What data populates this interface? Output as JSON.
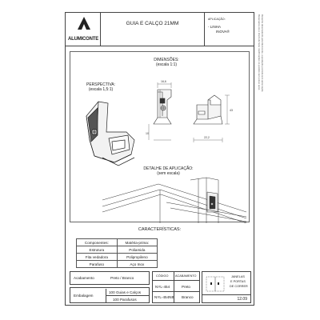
{
  "header": {
    "brand": "ALUMICONTE",
    "title": "GUIA E CALÇO 21MM",
    "application_label": "APLICAÇÃO:",
    "application_lines": [
      "- LINHA",
      "INOVA®"
    ]
  },
  "drawing": {
    "dimensions_title": "DIMENSÕES:",
    "dimensions_scale": "(escala 1:1)",
    "perspective_title": "PERSPECTIVA:",
    "perspective_scale": "(escala 1,5:1)",
    "detail_title": "DETALHE DE APLICAÇÃO:",
    "detail_scale": "(sem escala)",
    "dim_top": "16,6",
    "dim_height": "43",
    "dim_left": "10",
    "dim_bottom": "22,2"
  },
  "characteristics": {
    "title": "CARACTERÍSTICAS:",
    "headers": [
      "Componentes:",
      "Matéria-prima:"
    ],
    "rows": [
      [
        "Estrutura",
        "Poliamida"
      ],
      [
        "Fita vedadora",
        "Polipropileno"
      ],
      [
        "Parafuso",
        "Aço Inox"
      ]
    ]
  },
  "finish": {
    "label": "Acabamento",
    "value": "Preto / Branco"
  },
  "packaging": {
    "label": "Embalagem",
    "lines": [
      "100 Guias e Calços",
      "100 Parafusos"
    ]
  },
  "codes": {
    "headers": [
      "CÓDIGO",
      "ACABAMENTO"
    ],
    "rows": [
      [
        "NYL-454",
        "Preto"
      ],
      [
        "NYL-454NB",
        "Branco"
      ]
    ]
  },
  "usage": {
    "label_lines": [
      "JANELAS",
      "E PORTAS",
      "DE CORRER"
    ]
  },
  "revision": "12.09",
  "side_notes": [
    "Reservamo-nos o direito de fazer modificações no produto sem prévio aviso",
    "Desenho desenvolvido pela Alumiconte, reprodução proibida sem autorização"
  ],
  "colors": {
    "line": "#444444",
    "ink": "#222222"
  }
}
